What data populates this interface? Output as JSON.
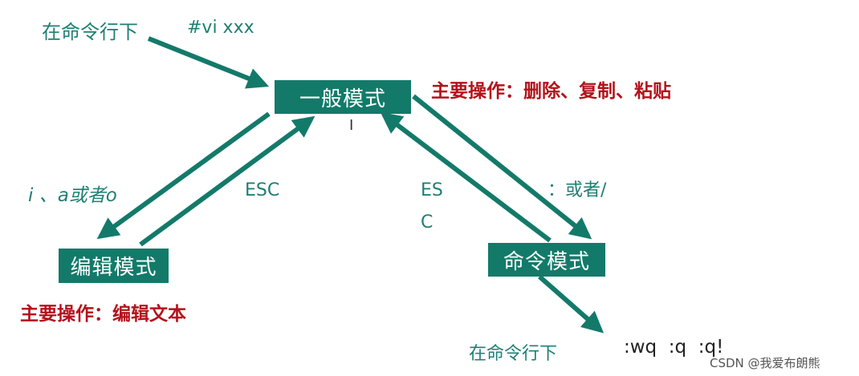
{
  "top_left_label": "在命令行下",
  "vi_command": "#vi xxx",
  "normal_mode": {
    "title": "一般模式",
    "ops": "主要操作：删除、复制、粘贴"
  },
  "edit_mode": {
    "title": "编辑模式",
    "ops": "主要操作：编辑文本",
    "enter_keys": "i 、a或者o",
    "exit_key": "ESC"
  },
  "command_mode": {
    "title": "命令模式",
    "enter_keys": "：或者/",
    "exit_key_line1": "ES",
    "exit_key_line2": "C",
    "bottom_label": "在命令行下",
    "bottom_commands": ":wq  :q  :q!"
  },
  "watermark": "CSDN @我爱布朗熊",
  "colors": {
    "box": "#137a6a",
    "arrow": "#137a6a",
    "teal_text": "#1f7f73",
    "red_text": "#b3121b"
  }
}
